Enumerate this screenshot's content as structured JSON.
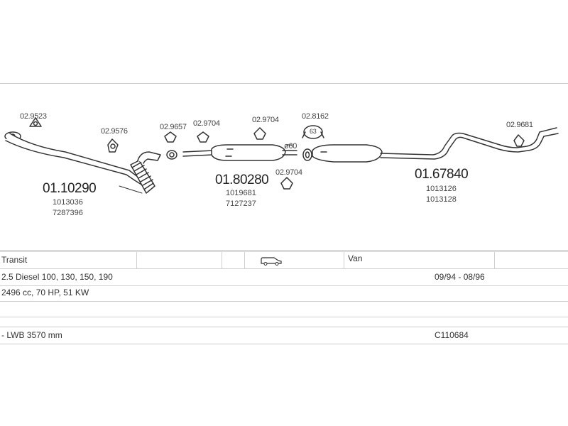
{
  "parts": {
    "clamps": {
      "c1": "02.9523",
      "c2": "02.9576",
      "c3": "02.9657",
      "c4": "02.9704",
      "c5": "02.9704",
      "c6": "02.8162",
      "c7": "02.9704",
      "c8": "02.9681"
    },
    "ring_diameter": "ø60",
    "gasket_size": "63",
    "pipe_front": {
      "code": "01.10290",
      "refs": [
        "1013036",
        "7287396"
      ]
    },
    "middle_silencer": {
      "code": "01.80280",
      "refs": [
        "1019681",
        "7127237"
      ]
    },
    "rear_silencer": {
      "code": "01.67840",
      "refs": [
        "1013126",
        "1013128"
      ]
    }
  },
  "vehicle": {
    "model": "Transit",
    "body": "Van",
    "engine": "2.5 Diesel 100, 130, 150, 190",
    "years": "09/94 - 08/96",
    "spec": "2496 cc, 70 HP, 51 KW",
    "wheelbase": "- LWB 3570 mm",
    "catalog_no": "C110684"
  },
  "colors": {
    "line": "#c8c8c8",
    "ink": "#333333"
  }
}
